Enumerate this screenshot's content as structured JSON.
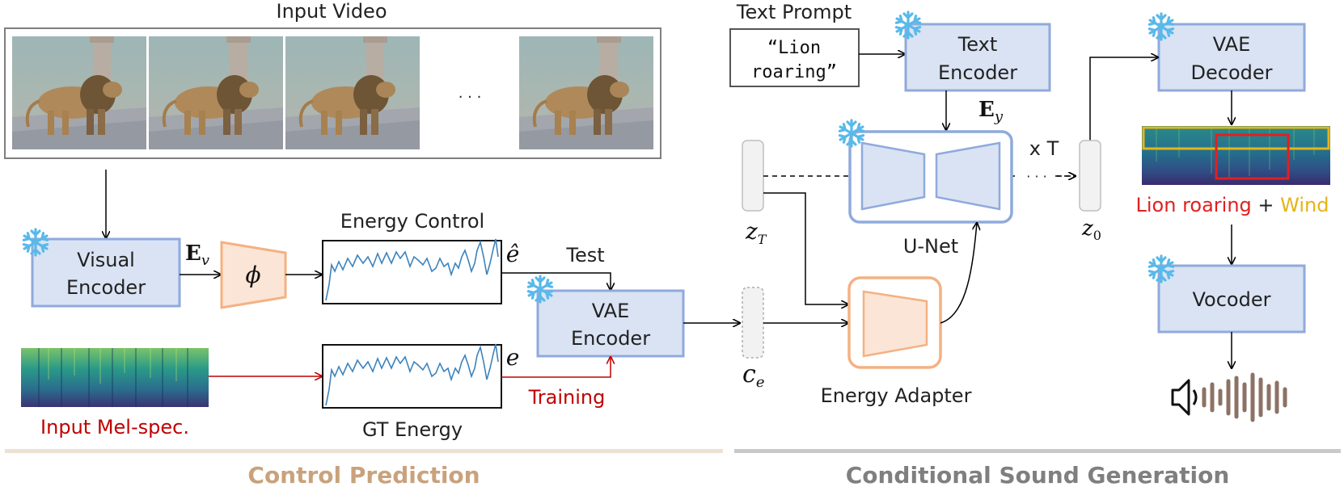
{
  "labels": {
    "input_video": "Input Video",
    "ellipsis_frames": "· · ·",
    "text_prompt": "Text Prompt",
    "prompt_line1": "“Lion",
    "prompt_line2": "roaring”",
    "text_encoder_line1": "Text",
    "text_encoder_line2": "Encoder",
    "vae_decoder_line1": "VAE",
    "vae_decoder_line2": "Decoder",
    "visual_encoder_line1": "Visual",
    "visual_encoder_line2": "Encoder",
    "ev_main": "E",
    "ev_sub": "v",
    "phi": "ϕ",
    "energy_control": "Energy Control",
    "e_hat": "ê",
    "test": "Test",
    "vae_encoder_line1": "VAE",
    "vae_encoder_line2": "Encoder",
    "e": "e",
    "training": "Training",
    "gt_energy": "GT Energy",
    "input_mel": "Input Mel-spec.",
    "ey_main": "E",
    "ey_sub": "y",
    "zt_main": "z",
    "zt_sub": "T",
    "unet": "U-Net",
    "xt": "x T",
    "dots": "· · ·",
    "z0_main": "z",
    "z0_sub": "0",
    "ce_main": "c",
    "ce_sub": "e",
    "energy_adapter": "Energy Adapter",
    "lion_roaring": "Lion roaring",
    "plus": " + ",
    "wind": "Wind",
    "vocoder": "Vocoder",
    "section_control": "Control Prediction",
    "section_generation": "Conditional Sound Generation"
  },
  "colors": {
    "encoder_fill": "#dae3f3",
    "encoder_stroke": "#8faadc",
    "phi_fill": "#fbe5d6",
    "phi_stroke": "#f4b183",
    "control_text": "#c9a27c",
    "control_bar": "#ede1d3",
    "generation_text": "#7f7f7f",
    "generation_bar": "#c9c9c9",
    "training_red": "#c00000",
    "lion_red": "#e02020",
    "wind_yellow": "#e6b418",
    "waveform_brown": "#8c7266",
    "energy_line": "#3b83bd",
    "snowflake": "#58b9ea"
  },
  "icons": [
    "snowflake-icon",
    "speaker-icon",
    "waveform-icon",
    "lion-frame-image",
    "mel-spectrogram-image"
  ]
}
